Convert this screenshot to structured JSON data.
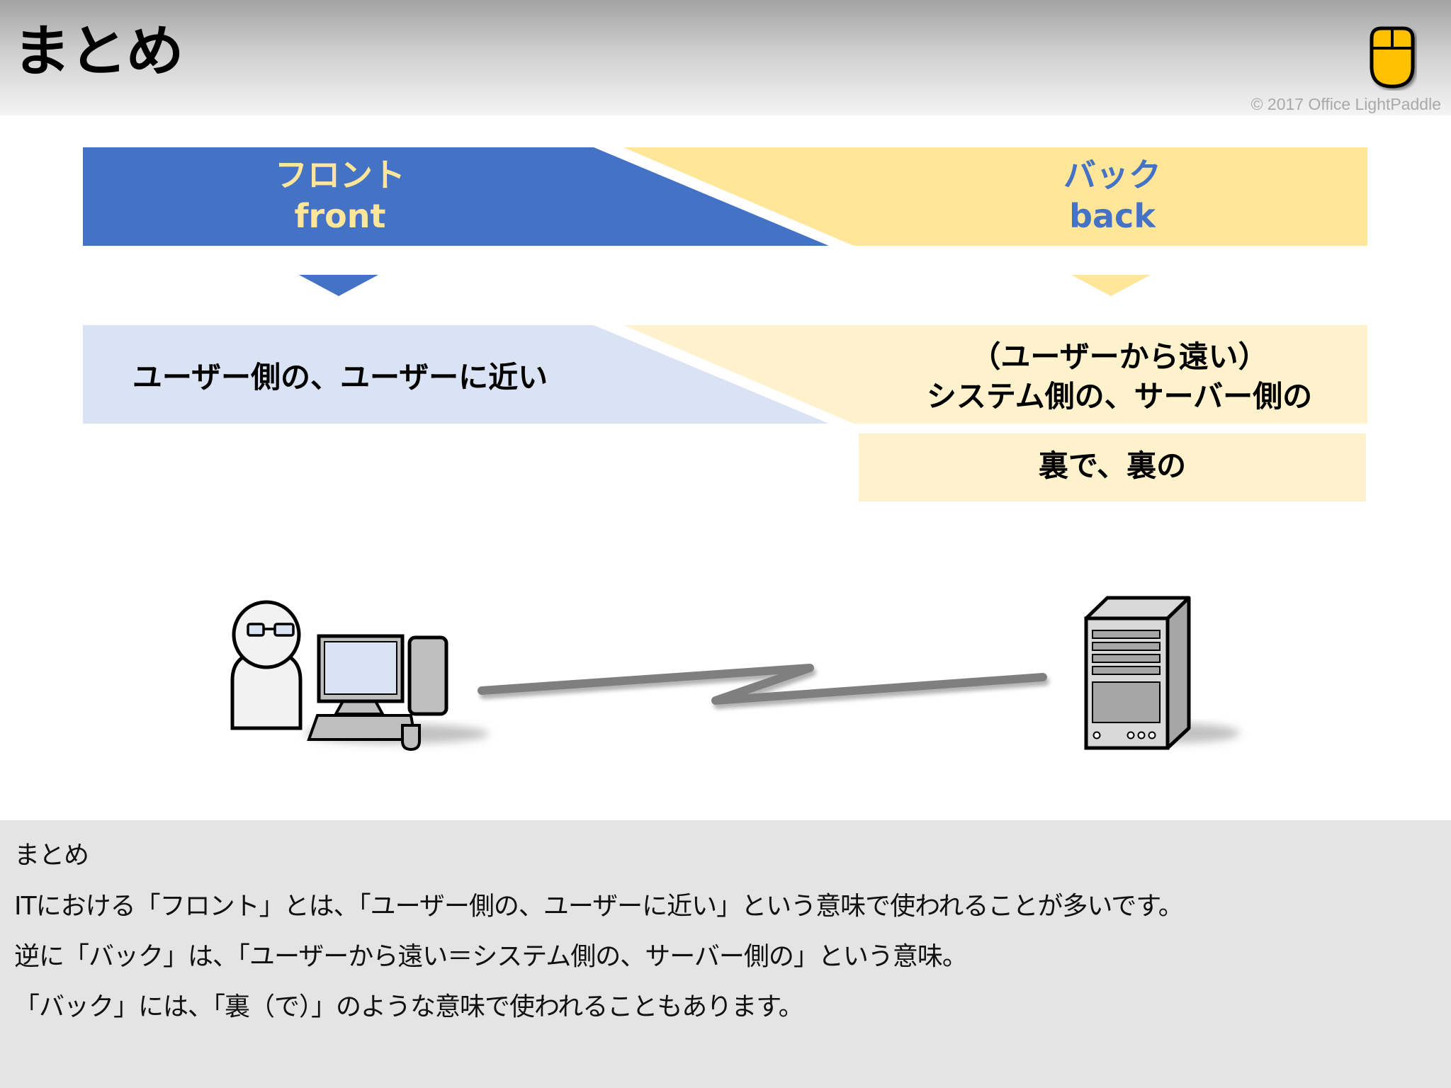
{
  "header": {
    "title": "まとめ",
    "copyright": "© 2017 Office LightPaddle",
    "logo_icon": "mouse-icon"
  },
  "colors": {
    "front_blue": "#4472c4",
    "back_yellow": "#ffe699",
    "front_light": "#dae3f3",
    "back_light": "#fff2cc"
  },
  "diagram": {
    "front": {
      "title_ja": "フロント",
      "title_en": "front",
      "description": "ユーザー側の、ユーザーに近い"
    },
    "back": {
      "title_ja": "バック",
      "title_en": "back",
      "description_line1": "（ユーザーから遠い）",
      "description_line2": "システム側の、サーバー側の",
      "extra": "裏で、裏の"
    },
    "illustration": {
      "left": "user-at-computer-icon",
      "connection": "network-link-icon",
      "right": "server-icon"
    }
  },
  "notes": {
    "lines": [
      "まとめ",
      "ITにおける「フロント」とは、「ユーザー側の、ユーザーに近い」という意味で使われることが多いです。",
      "逆に「バック」は、「ユーザーから遠い＝システム側の、サーバー側の」という意味。",
      "「バック」には、「裏（で）」のような意味で使われることもあります。"
    ]
  }
}
